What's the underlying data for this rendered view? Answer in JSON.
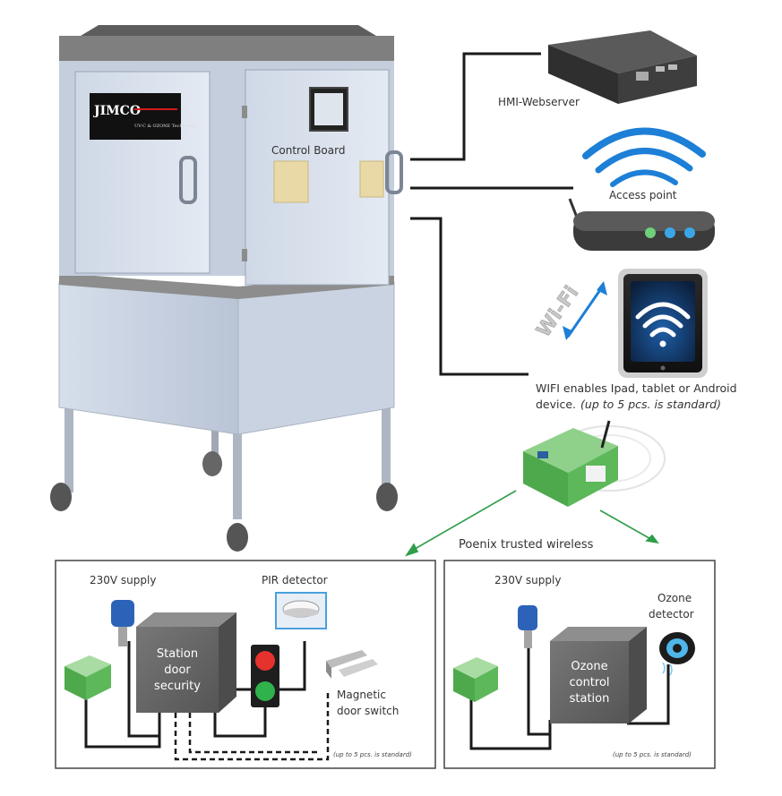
{
  "cabinet": {
    "logo_text": "JIMCO",
    "logo_subtitle": "UV-C & OZONE Technology",
    "control_board_label": "Control Board"
  },
  "network": {
    "hmi_label": "HMI-Webserver",
    "access_point_label": "Access point",
    "wifi_word": "Wi-Fi",
    "device_line1": "WIFI enables Ipad, tablet or Android",
    "device_line2_plain": "device.",
    "device_line2_italic": "(up to 5 pcs. is standard)",
    "wireless_label": "Poenix trusted wireless"
  },
  "left_panel": {
    "supply_label": "230V supply",
    "pir_label": "PIR detector",
    "station_line1": "Station",
    "station_line2": "door",
    "station_line3": "security",
    "magnetic_line1": "Magnetic",
    "magnetic_line2": "door switch",
    "note": "(up to 5 pcs. is standard)"
  },
  "right_panel": {
    "supply_label": "230V supply",
    "ozone_line1": "Ozone",
    "ozone_line2": "detector",
    "station_line1": "Ozone",
    "station_line2": "control",
    "station_line3": "station",
    "note": "(up to 5 pcs. is standard)"
  },
  "colors": {
    "cabinet": "#c9d3e2",
    "cabinet_top": "#8a8a8a",
    "station_box": "#6a6a6a",
    "wire": "#1a1a1a",
    "wifi_blue": "#1d7fd6",
    "wireless_arrow": "#2f9e4b",
    "module_green": "#5db85a",
    "led_blue": "#3aa6e8",
    "led_green": "#6fcf7a"
  },
  "icons": [
    "wifi-waves-icon",
    "wifi-symbol-icon",
    "antenna-icon",
    "traffic-light-icon",
    "sensor-icon"
  ]
}
